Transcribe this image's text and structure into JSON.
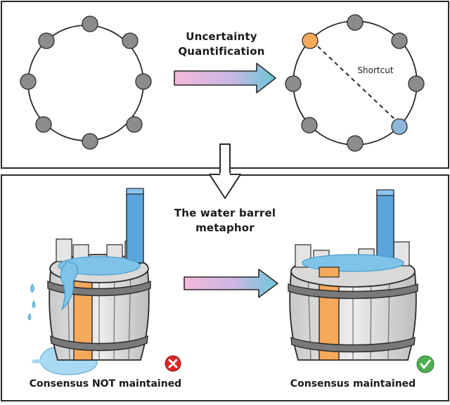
{
  "top_panel": {
    "arrow_label_line1": "Uncertainty",
    "arrow_label_line2": "Quantification",
    "shortcut_label": "Shortcut",
    "node_color": "#8c8c8c",
    "highlight_start_color": "#f5a95a",
    "highlight_end_color": "#8fb6d8"
  },
  "bottom_panel": {
    "title_line1": "The water barrel",
    "title_line2": "metaphor",
    "left_caption": "Consensus NOT maintained",
    "right_caption": "Consensus maintained",
    "fail_color": "#e02424",
    "success_color": "#4caf50",
    "water_color": "#7fc4e8",
    "short_stave_color": "#f5a95a",
    "tall_stave_color": "#5aa6dc"
  },
  "icons": {
    "fail": "x-circle-icon",
    "success": "check-circle-icon"
  }
}
